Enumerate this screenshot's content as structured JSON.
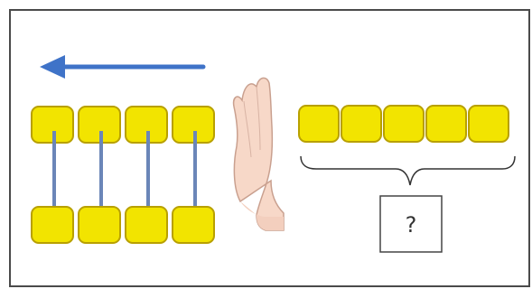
{
  "diagram": {
    "question_box": {
      "label": "?"
    },
    "colors": {
      "block_fill": "#f2e400",
      "block_stroke": "#b8a000",
      "link_color": "#6b86b8",
      "arrow_color": "#3f73c8",
      "hand_fill": "#f7d8c8",
      "hand_stroke": "#c9a08f",
      "frame_color": "#4a4a4a"
    },
    "left_group": {
      "top_blocks": 4,
      "bottom_blocks": 4,
      "linked_pairs": 4
    },
    "right_group": {
      "blocks": 5
    },
    "icons": {
      "arrow": "left-arrow-icon",
      "hand": "stop-hand-icon",
      "brace": "curly-brace-icon"
    }
  }
}
